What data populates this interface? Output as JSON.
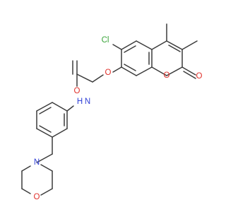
{
  "molecule": {
    "atoms": {
      "chlorine": {
        "label": "Cl",
        "color": "#3aa53a"
      },
      "ether_oxygen": {
        "label": "O",
        "color": "#e0302a"
      },
      "ring_oxygen": {
        "label": "O",
        "color": "#e0302a"
      },
      "lactone_carbonyl_oxygen": {
        "label": "O",
        "color": "#e0302a"
      },
      "amide_oxygen": {
        "label": "O",
        "color": "#e0302a"
      },
      "amide_nitrogen": {
        "label": "N",
        "color": "#2f3fd6"
      },
      "amide_hydrogen": {
        "label": "H",
        "color": "#2f3fd6"
      },
      "morpholine_nitrogen": {
        "label": "N",
        "color": "#2f3fd6"
      },
      "morpholine_oxygen": {
        "label": "O",
        "color": "#e0302a"
      }
    },
    "bond_color": "#3b3b3b"
  }
}
